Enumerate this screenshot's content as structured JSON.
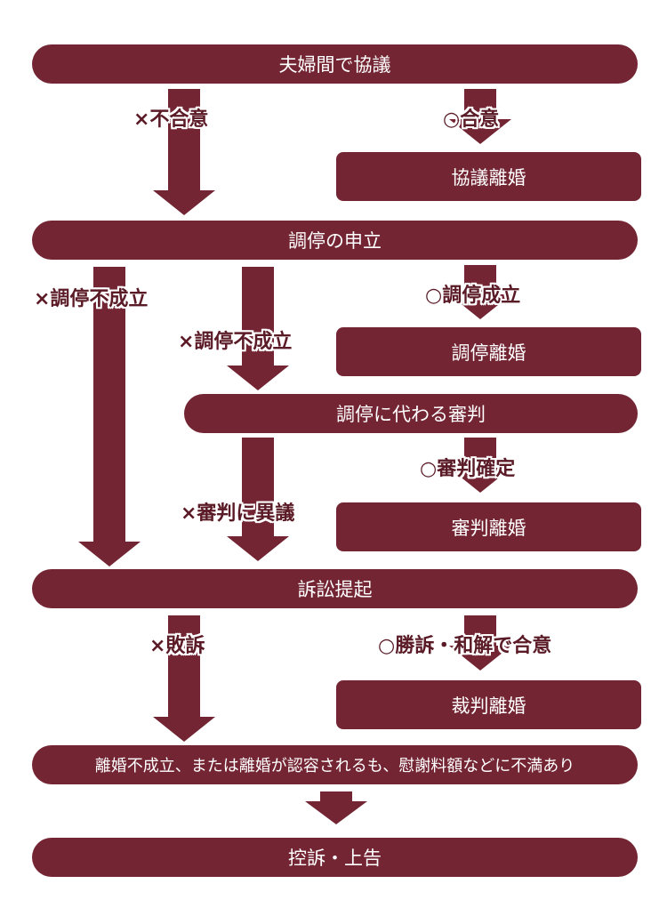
{
  "nodes": {
    "consultation": "夫婦間で協議",
    "agreement_divorce": "協議離婚",
    "mediation_petition": "調停の申立",
    "mediation_divorce": "調停離婚",
    "trial_in_lieu": "調停に代わる審判",
    "trial_divorce": "審判離婚",
    "lawsuit": "訴訟提起",
    "judicial_divorce": "裁判離婚",
    "outcome": "離婚不成立、または離婚が認容されるも、慰謝料額などに不満あり",
    "appeal": "控訴・上告"
  },
  "labels": {
    "no_agreement": "×不合意",
    "agreement": "○合意",
    "mediation_failed_left": "×調停不成立",
    "mediation_succeeded": "○調停成立",
    "mediation_failed_mid": "×調停不成立",
    "trial_confirmed": "○審判確定",
    "trial_objection": "×審判に異議",
    "lost_suit": "×敗訴",
    "won_or_settled": "○勝訴・和解で合意"
  },
  "colors": {
    "primary": "#732533",
    "label_text": "#5a1a26",
    "background": "#ffffff"
  }
}
